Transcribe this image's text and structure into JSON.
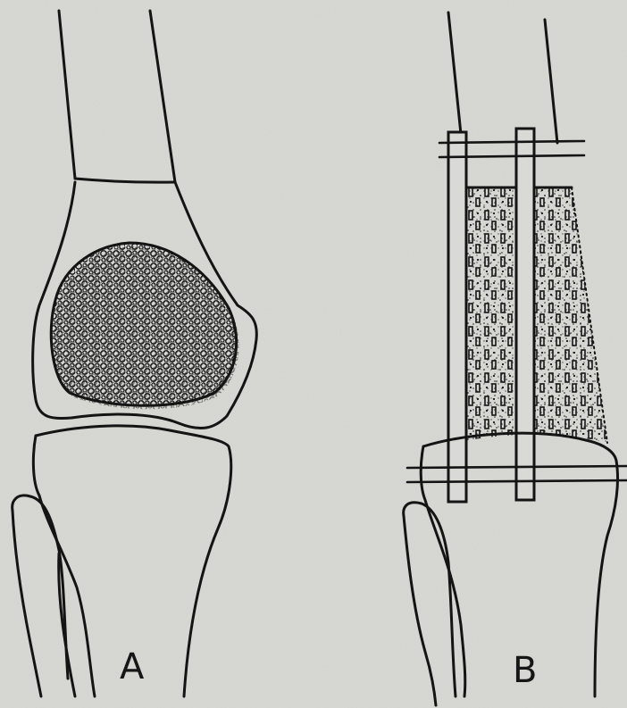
{
  "figure": {
    "panels": [
      {
        "id": "A",
        "label": "A"
      },
      {
        "id": "B",
        "label": "B"
      }
    ],
    "colors": {
      "paper": "#d9d9d5",
      "ink": "#141414"
    }
  }
}
